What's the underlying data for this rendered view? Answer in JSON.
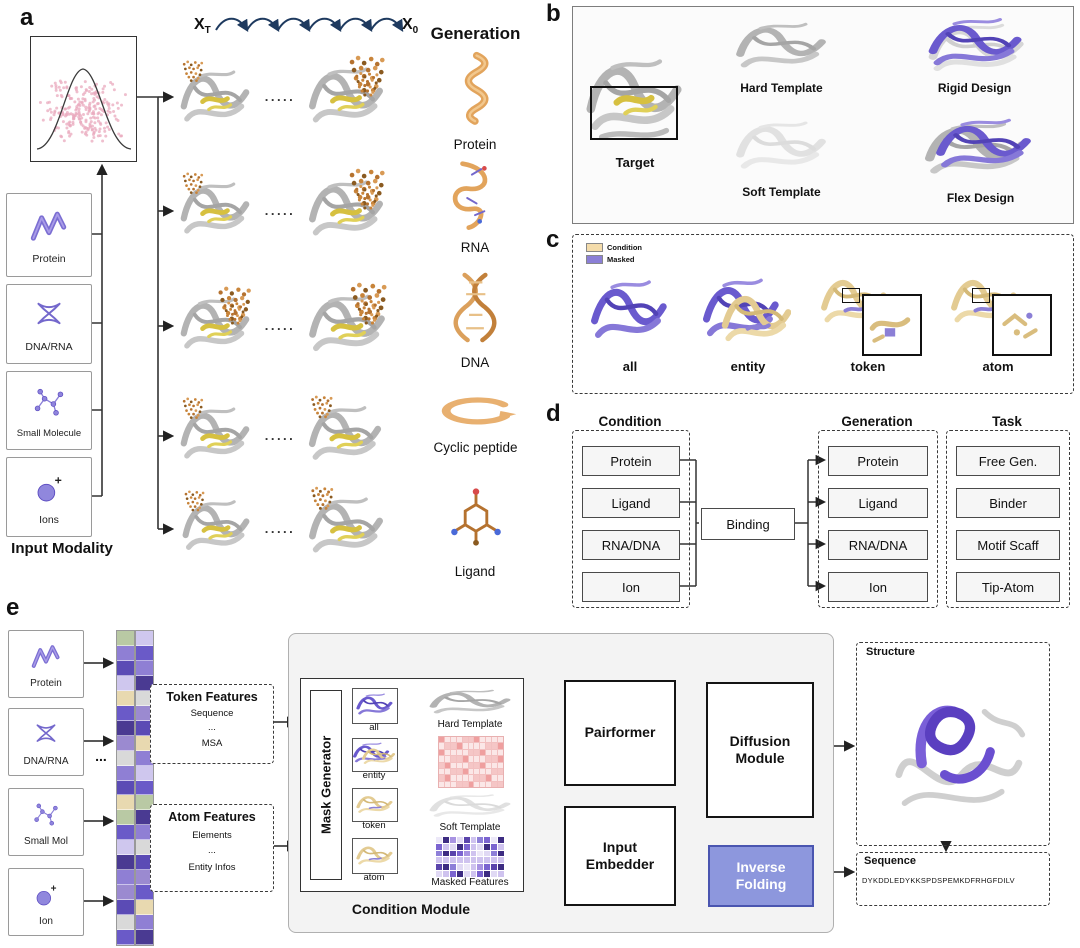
{
  "panels": {
    "a": {
      "label": "a",
      "x_start": "X",
      "x_start_sub": "T",
      "x_end": "X",
      "x_end_sub": "0",
      "generation_header": "Generation",
      "dots": ".....",
      "input_modality_label": "Input Modality",
      "scatter_color": "#e9a9bd",
      "inputs": [
        {
          "label": "Protein"
        },
        {
          "label": "DNA/RNA"
        },
        {
          "label": "Small Molecule"
        },
        {
          "label": "Ions"
        }
      ],
      "outputs": [
        {
          "label": "Protein"
        },
        {
          "label": "RNA"
        },
        {
          "label": "DNA"
        },
        {
          "label": "Cyclic peptide"
        },
        {
          "label": "Ligand"
        }
      ]
    },
    "b": {
      "label": "b",
      "target_label": "Target",
      "hard_template_label": "Hard Template",
      "rigid_design_label": "Rigid Design",
      "soft_template_label": "Soft Template",
      "flex_design_label": "Flex Design"
    },
    "c": {
      "label": "c",
      "legend": [
        {
          "label": "Condition",
          "color": "#f4dcab"
        },
        {
          "label": "Masked",
          "color": "#8b7fd6"
        }
      ],
      "items": [
        {
          "label": "all"
        },
        {
          "label": "entity"
        },
        {
          "label": "token"
        },
        {
          "label": "atom"
        }
      ]
    },
    "d": {
      "label": "d",
      "condition_header": "Condition",
      "generation_header": "Generation",
      "task_header": "Task",
      "binding_label": "Binding",
      "condition_items": [
        {
          "label": "Protein"
        },
        {
          "label": "Ligand"
        },
        {
          "label": "RNA/DNA"
        },
        {
          "label": "Ion"
        }
      ],
      "generation_items": [
        {
          "label": "Protein"
        },
        {
          "label": "Ligand"
        },
        {
          "label": "RNA/DNA"
        },
        {
          "label": "Ion"
        }
      ],
      "task_items": [
        {
          "label": "Free Gen."
        },
        {
          "label": "Binder"
        },
        {
          "label": "Motif Scaff"
        },
        {
          "label": "Tip-Atom"
        }
      ]
    },
    "e": {
      "label": "e",
      "inputs": [
        {
          "label": "Protein"
        },
        {
          "label": "DNA/RNA"
        },
        {
          "label": "Small Mol"
        },
        {
          "label": "Ion"
        }
      ],
      "ellipsis": "...",
      "token_features": {
        "title": "Token Features",
        "lines": [
          "Sequence",
          "...",
          "MSA"
        ]
      },
      "atom_features": {
        "title": "Atom Features",
        "lines": [
          "Elements",
          "...",
          "Entity Infos"
        ]
      },
      "condition_module_label": "Condition Module",
      "mask_generator_label": "Mask Generator",
      "mask_items": [
        {
          "label": "all"
        },
        {
          "label": "entity"
        },
        {
          "label": "token"
        },
        {
          "label": "atom"
        }
      ],
      "hard_template_label": "Hard Template",
      "soft_template_label": "Soft Template",
      "masked_features_label": "Masked Features",
      "pairformer_label": "Pairformer",
      "input_embedder_label": "Input Embedder",
      "diffusion_module_label": "Diffusion Module",
      "inverse_folding_label": "Inverse Folding",
      "inverse_folding_bg": "#8d97dd",
      "structure_label": "Structure",
      "sequence_label": "Sequence",
      "sequence_text": "DYKDDLEDYKKSPDSPEMKDFRHGFDILV",
      "arrow_colors": {
        "pink": "#f08f8f",
        "teal": "#85cfc2",
        "tan": "#ead9ae"
      },
      "strip1_colors": [
        "#b9c9a4",
        "#8f7fd4",
        "#5b4bb5",
        "#cfc7ee",
        "#e8d9b0",
        "#6a5ac8",
        "#4a3a92",
        "#9b8ad0",
        "#d9d9d9",
        "#8f7fd4",
        "#5b4bb5",
        "#e8d9b0",
        "#b9c9a4",
        "#6a5ac8",
        "#cfc7ee",
        "#4a3a92",
        "#8f7fd4",
        "#9b8ad0",
        "#5b4bb5",
        "#d9d9d9",
        "#6a5ac8"
      ],
      "strip2_colors": [
        "#cfc7ee",
        "#6a5ac8",
        "#8f7fd4",
        "#4a3a92",
        "#d9d9d9",
        "#9b8ad0",
        "#5b4bb5",
        "#e8d9b0",
        "#8f7fd4",
        "#cfc7ee",
        "#6a5ac8",
        "#b9c9a4",
        "#4a3a92",
        "#8f7fd4",
        "#d9d9d9",
        "#5b4bb5",
        "#9b8ad0",
        "#6a5ac8",
        "#e8d9b0",
        "#8f7fd4",
        "#4a3a92"
      ],
      "heatmap_palette": [
        "#ece8f8",
        "#cfc3ef",
        "#a893e2",
        "#7b64d0",
        "#5a44ab",
        "#3d2c82",
        "#8d7fd8",
        "#e0d9f4"
      ],
      "pinkgrid_palette": [
        "#fbe7e7",
        "#f5c6c6",
        "#ef9f9f"
      ]
    }
  }
}
